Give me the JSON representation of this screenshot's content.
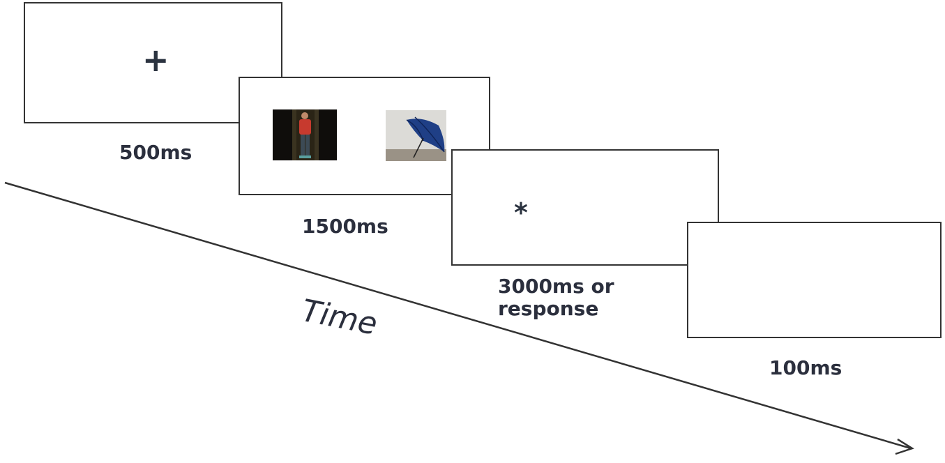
{
  "screens": [
    {
      "symbol": "+",
      "caption": "500ms"
    },
    {
      "symbol": "",
      "caption": "1500ms"
    },
    {
      "symbol": "*",
      "caption": "3000ms or\nresponse"
    },
    {
      "symbol": "",
      "caption": "100ms"
    }
  ],
  "axis": {
    "label": "Time"
  },
  "colors": {
    "border": "#333333",
    "text": "#2b2f3d"
  },
  "icons": {
    "left_picture": "person-photo-icon",
    "right_picture": "umbrella-photo-icon",
    "arrow": "arrow-right-icon"
  }
}
